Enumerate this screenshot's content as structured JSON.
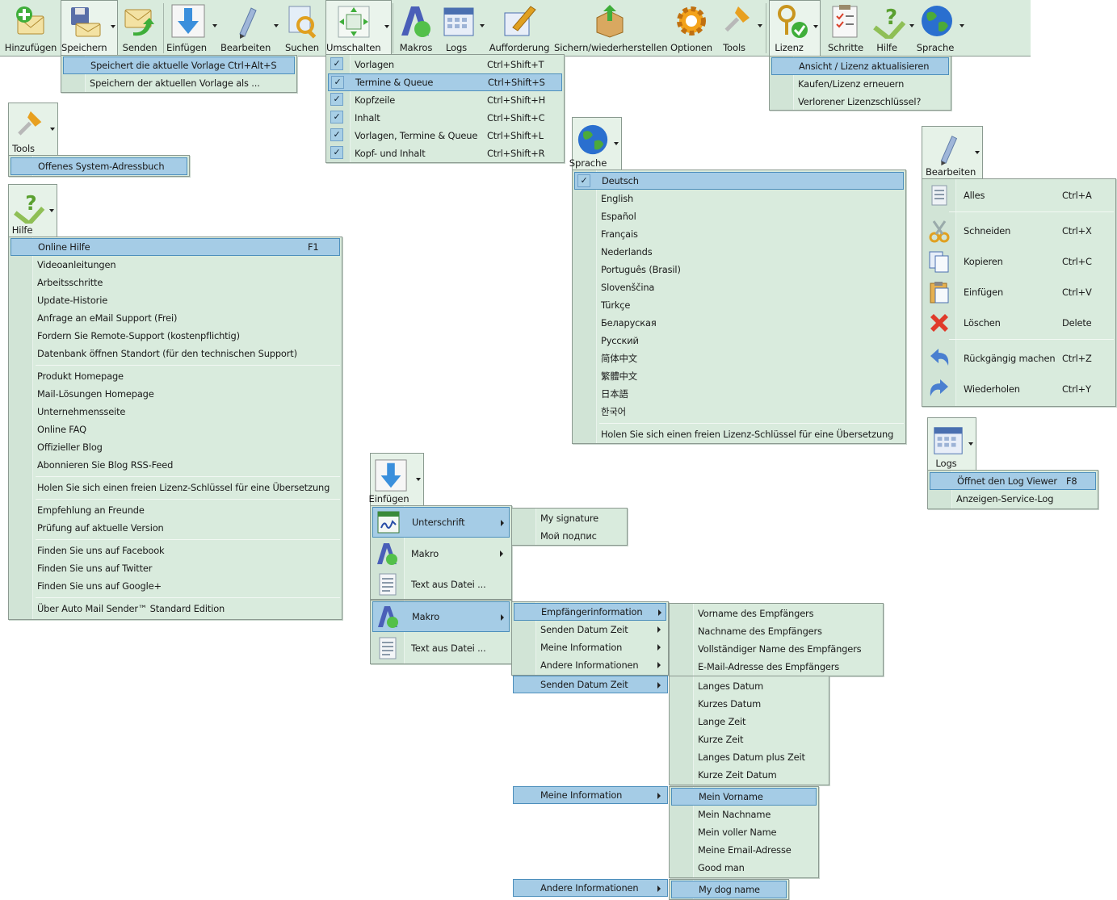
{
  "toolbar": {
    "add": "Hinzufügen",
    "save": "Speichern",
    "send": "Senden",
    "insert": "Einfügen",
    "edit": "Bearbeiten",
    "search": "Suchen",
    "switch": "Umschalten",
    "macros": "Makros",
    "logs": "Logs",
    "prompt": "Aufforderung",
    "backup": "Sichern/wiederherstellen",
    "options": "Optionen",
    "tools": "Tools",
    "license": "Lizenz",
    "steps": "Schritte",
    "help": "Hilfe",
    "language": "Sprache"
  },
  "save_menu": {
    "items": [
      {
        "label": "Speichert die aktuelle Vorlage",
        "shortcut": "Ctrl+Alt+S"
      },
      {
        "label": "Speichern der aktuellen Vorlage als ...",
        "shortcut": ""
      }
    ]
  },
  "switch_menu": {
    "items": [
      {
        "label": "Vorlagen",
        "shortcut": "Ctrl+Shift+T"
      },
      {
        "label": "Termine & Queue",
        "shortcut": "Ctrl+Shift+S"
      },
      {
        "label": "Kopfzeile",
        "shortcut": "Ctrl+Shift+H"
      },
      {
        "label": "Inhalt",
        "shortcut": "Ctrl+Shift+C"
      },
      {
        "label": "Vorlagen, Termine & Queue",
        "shortcut": "Ctrl+Shift+L"
      },
      {
        "label": "Kopf- und Inhalt",
        "shortcut": "Ctrl+Shift+R"
      }
    ]
  },
  "license_menu": {
    "items": [
      "Ansicht / Lizenz aktualisieren",
      "Kaufen/Lizenz erneuern",
      "Verlorener Lizenzschlüssel?"
    ]
  },
  "tools_popup": {
    "button": "Tools",
    "item": "Offenes System-Adressbuch"
  },
  "help_popup": {
    "button": "Hilfe",
    "online_help": "Online Hilfe",
    "online_help_key": "F1",
    "group1": [
      "Videoanleitungen",
      "Arbeitsschritte",
      "Update-Historie",
      "Anfrage an eMail Support (Frei)",
      "Fordern Sie Remote-Support (kostenpflichtig)",
      "Datenbank öffnen Standort (für den technischen Support)"
    ],
    "group2": [
      "Produkt Homepage",
      "Mail-Lösungen Homepage",
      "Unternehmensseite",
      "Online FAQ",
      "Offizieller Blog",
      "Abonnieren Sie Blog RSS-Feed"
    ],
    "group3": [
      "Holen Sie sich einen freien Lizenz-Schlüssel für eine Übersetzung"
    ],
    "group4": [
      "Empfehlung an Freunde",
      "Prüfung auf aktuelle Version"
    ],
    "group5": [
      "Finden Sie uns auf Facebook",
      "Finden Sie uns auf Twitter",
      "Finden Sie uns auf Google+"
    ],
    "group6": [
      "Über Auto Mail Sender™ Standard Edition"
    ]
  },
  "language_popup": {
    "button": "Sprache",
    "languages": [
      "Deutsch",
      "English",
      "Español",
      "Français",
      "Nederlands",
      "Português (Brasil)",
      "Slovenščina",
      "Türkçe",
      "Беларуская",
      "Русский",
      "简体中文",
      "繁體中文",
      "日本語",
      "한국어"
    ],
    "footer": "Holen Sie sich einen freien Lizenz-Schlüssel für eine Übersetzung"
  },
  "edit_popup": {
    "button": "Bearbeiten",
    "items": [
      {
        "label": "Alles",
        "shortcut": "Ctrl+A",
        "icon": "select-all-icon"
      },
      {
        "label": "Schneiden",
        "shortcut": "Ctrl+X",
        "icon": "scissors-icon"
      },
      {
        "label": "Kopieren",
        "shortcut": "Ctrl+C",
        "icon": "copy-icon"
      },
      {
        "label": "Einfügen",
        "shortcut": "Ctrl+V",
        "icon": "paste-icon"
      },
      {
        "label": "Löschen",
        "shortcut": "Delete",
        "icon": "delete-icon"
      },
      {
        "label": "Rückgängig machen",
        "shortcut": "Ctrl+Z",
        "icon": "undo-icon"
      },
      {
        "label": "Wiederholen",
        "shortcut": "Ctrl+Y",
        "icon": "redo-icon"
      }
    ]
  },
  "logs_popup": {
    "button": "Logs",
    "items": [
      {
        "label": "Öffnet den Log Viewer",
        "shortcut": "F8"
      },
      {
        "label": "Anzeigen-Service-Log",
        "shortcut": ""
      }
    ]
  },
  "insert_popup": {
    "button": "Einfügen",
    "menu1": [
      "Unterschrift",
      "Makro",
      "Text aus Datei ..."
    ],
    "signatures": [
      "My signature",
      "Мой подпис"
    ],
    "menu2": [
      "Makro",
      "Text aus Datei ..."
    ],
    "macro_sub": [
      "Empfängerinformation",
      "Senden Datum Zeit",
      "Meine Information",
      "Andere Informationen"
    ],
    "recipient_sub": [
      "Vorname des Empfängers",
      "Nachname des Empfängers",
      "Vollständiger Name des Empfängers",
      "E-Mail-Adresse des Empfängers"
    ],
    "send_date_label": "Senden Datum Zeit",
    "date_sub": [
      "Langes Datum",
      "Kurzes Datum",
      "Lange Zeit",
      "Kurze Zeit",
      "Langes Datum plus Zeit",
      "Kurze Zeit Datum"
    ],
    "my_info_label": "Meine Information",
    "my_info_sub": [
      "Mein Vorname",
      "Mein Nachname",
      "Mein voller Name",
      "Meine Email-Adresse",
      "Good man"
    ],
    "other_label": "Andere Informationen",
    "other_sub": [
      "My dog name"
    ]
  }
}
